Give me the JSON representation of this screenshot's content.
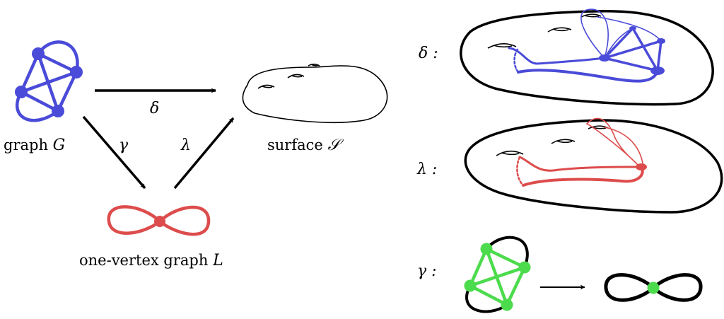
{
  "labels": {
    "graph_text": "graph ",
    "graph_var": "G",
    "surface_text": "surface ",
    "surface_var": "𝒮",
    "onevertex_text": "one-vertex graph ",
    "onevertex_var": "L",
    "arrow_delta": "δ",
    "arrow_gamma": "γ",
    "arrow_lambda": "λ",
    "panel_delta": "δ :",
    "panel_lambda": "λ :",
    "panel_gamma": "γ :"
  },
  "colors": {
    "graph_blue": "#4a4bd8",
    "loop_red": "#dd4c4c",
    "graph_green": "#4cdb4c",
    "ink": "#000000"
  }
}
